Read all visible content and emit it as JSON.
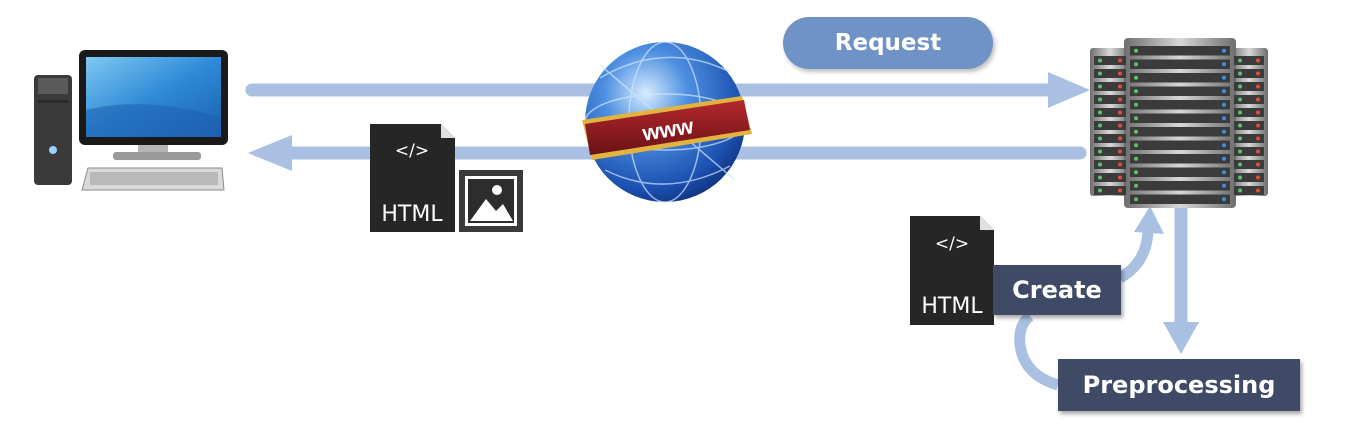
{
  "labels": {
    "request": "Request",
    "create": "Create",
    "preprocessing": "Preprocessing",
    "globe_banner": "www",
    "doc_code": "</>",
    "doc_name": "HTML"
  },
  "colors": {
    "arrow": "#a9c0e2",
    "pill": "#6f93c6",
    "label_box": "#3f4b66",
    "document": "#262626",
    "banner": "#8e1d22"
  },
  "icons": [
    "desktop-computer-icon",
    "globe-www-icon",
    "server-rack-icon",
    "html-document-icon",
    "image-file-icon"
  ]
}
